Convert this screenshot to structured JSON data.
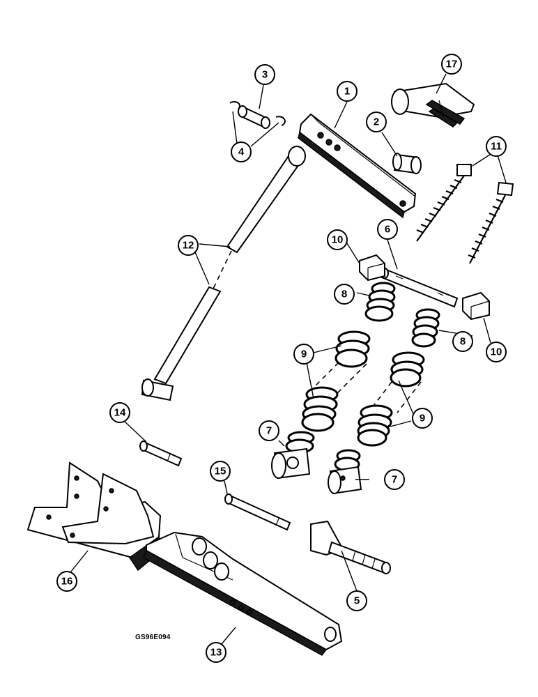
{
  "figure_code": "GS96E094",
  "callouts": [
    "1",
    "2",
    "3",
    "4",
    "5",
    "6",
    "7",
    "7",
    "8",
    "8",
    "9",
    "9",
    "10",
    "10",
    "11",
    "12",
    "13",
    "14",
    "15",
    "16",
    "17"
  ]
}
